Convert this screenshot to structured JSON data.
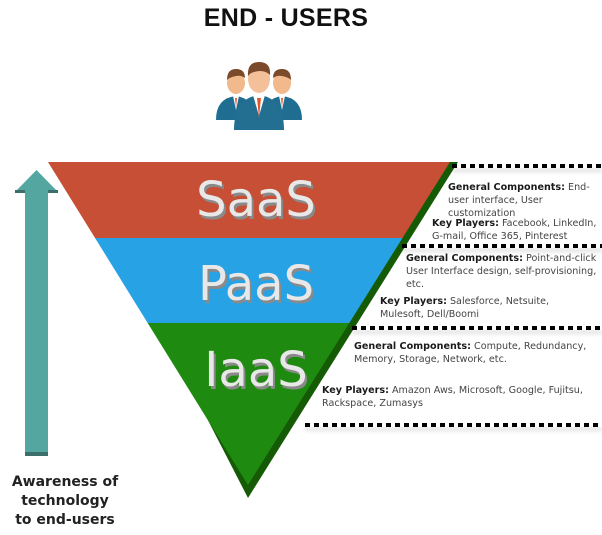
{
  "title": "END - USERS",
  "icons": {
    "users": "group-of-users-icon",
    "arrow": "arrow-up-icon"
  },
  "colors": {
    "saas": "#c64f36",
    "paas": "#27a3e5",
    "iaas": "#1f8a10",
    "edge": "#155a05",
    "arrow": "#54a7a1",
    "arrow_dark": "#3c6f6a"
  },
  "layers": [
    {
      "name": "SaaS",
      "general_label": "General Components",
      "general_sep": ":",
      "general_text": "End-user interface, User customization",
      "players_label": "Key Players:",
      "players_text": "Facebook, LinkedIn, G-mail, Office 365, Pinterest"
    },
    {
      "name": "PaaS",
      "general_label": "General Components:",
      "general_sep": "",
      "general_text": "Point-and-click User Interface design, self-provisioning, etc.",
      "players_label": "Key Players:",
      "players_text": "Salesforce, Netsuite, Mulesoft, Dell/Boomi"
    },
    {
      "name": "IaaS",
      "general_label": "General Components:",
      "general_sep": "",
      "general_text": "Compute, Redundancy, Memory, Storage, Network, etc.",
      "players_label": "Key Players:",
      "players_text": "Amazon Aws, Microsoft, Google, Fujitsu, Rackspace, Zumasys"
    }
  ],
  "axis_caption": [
    "Awareness of",
    "technology",
    "to end-users"
  ]
}
